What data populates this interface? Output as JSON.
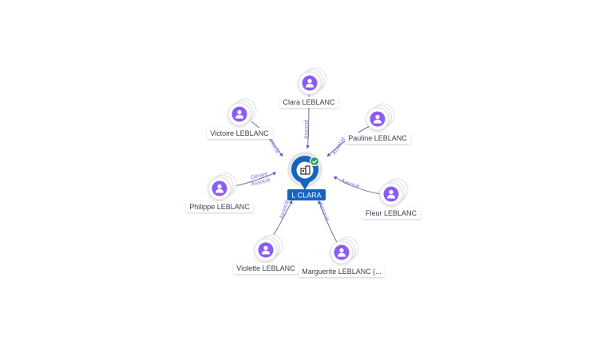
{
  "colors": {
    "person": "#8b5cf6",
    "center": "#1565c0",
    "center_badge": "#2e9e5b",
    "edge_label": "#7a6fe0"
  },
  "center": {
    "label": "L CLARA",
    "icon": "company-icon",
    "badge_icon": "check-icon"
  },
  "people": [
    {
      "label": "Clara LEBLANC",
      "relation": [
        "Associé"
      ],
      "icon": "person-icon"
    },
    {
      "label": "Pauline LEBLANC",
      "relation": [
        "Associé"
      ],
      "icon": "person-icon"
    },
    {
      "label": "Fleur LEBLANC",
      "relation": [
        "Associé"
      ],
      "icon": "person-icon"
    },
    {
      "label": "Marguerite LEBLANC (...",
      "relation": [
        "Associé"
      ],
      "icon": "person-icon"
    },
    {
      "label": "Violette LEBLANC",
      "relation": [
        "Associé"
      ],
      "icon": "person-icon"
    },
    {
      "label": "Philippe LEBLANC",
      "relation": [
        "Gérant",
        "Associé"
      ],
      "icon": "person-icon"
    },
    {
      "label": "Victoire LEBLANC",
      "relation": [
        "Associé"
      ],
      "icon": "person-icon"
    }
  ]
}
